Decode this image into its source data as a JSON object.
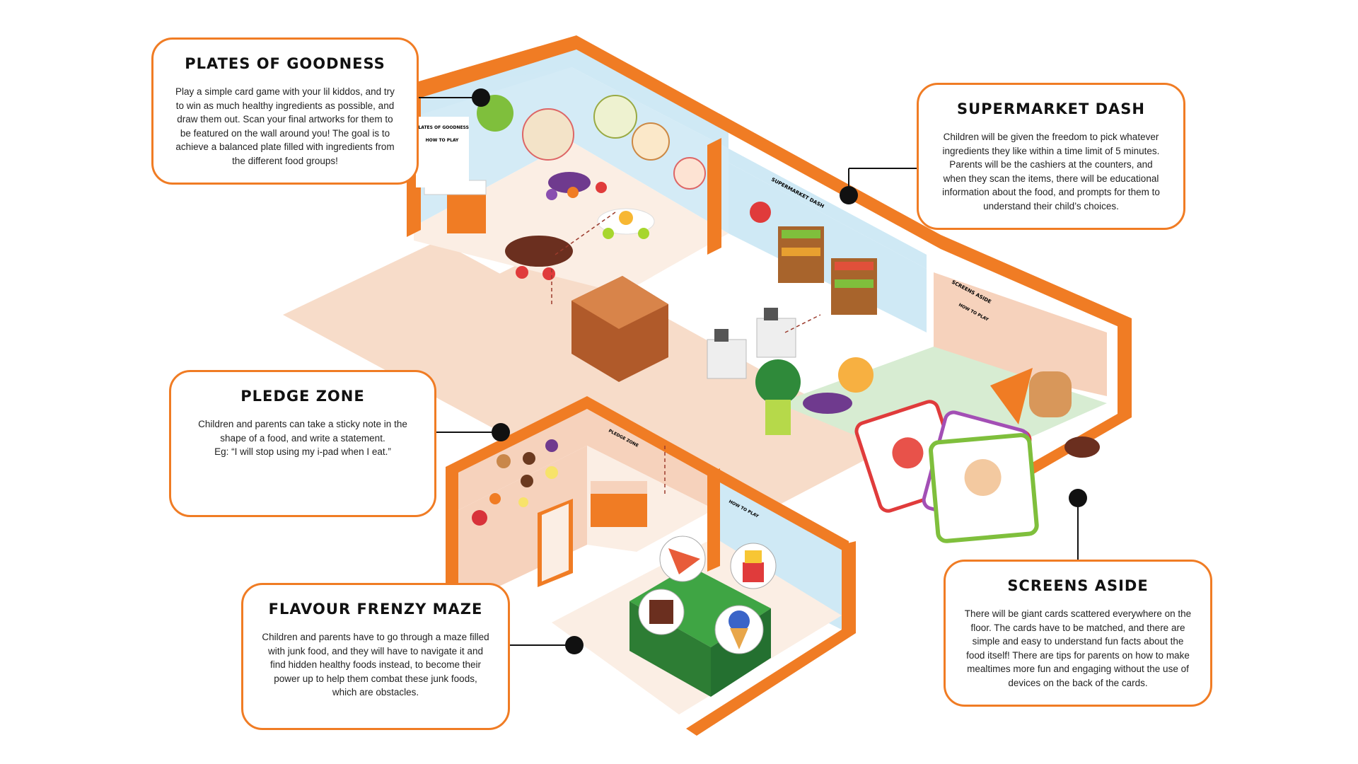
{
  "colors": {
    "accent": "#f07c24",
    "floor": "#f7d9c4",
    "wall_sky": "#cde8f4",
    "wall_peach": "#f6d2bc",
    "mat_green": "#d6ebd0",
    "connector": "#111111"
  },
  "callouts": {
    "plates": {
      "title": "PLATES OF GOODNESS",
      "body": "Play a simple card game with your lil kiddos, and try to win as much healthy ingredients as possible, and draw them out. Scan your final artworks for them to be featured on the wall around you! The goal is to achieve a balanced plate filled with ingredients from the different food groups!"
    },
    "supermarket": {
      "title": "SUPERMARKET DASH",
      "body": "Children will be given the freedom to pick whatever ingredients they like within a time limit of 5 minutes. Parents will be the cashiers at the counters, and when they scan the items, there will be educational information about the food, and prompts for them to understand their child’s choices."
    },
    "pledge": {
      "title": "PLEDGE ZONE",
      "body": "Children and parents can take a sticky note in the shape of a food, and write a statement.\nEg: “I will stop using my i-pad when I eat.”"
    },
    "maze": {
      "title": "FLAVOUR FRENZY MAZE",
      "body": "Children and parents have to go through a maze filled with junk food, and  they will have to navigate it and find hidden healthy foods instead, to become their power up to help them combat these junk foods, which are obstacles."
    },
    "screens": {
      "title": "SCREENS ASIDE",
      "body": "There will be giant cards scattered everywhere on the floor. The cards have to be matched, and there are simple and easy to understand fun facts about the food itself! There are tips for parents on how to make mealtimes more fun and engaging without the use of devices on the back of the cards."
    }
  },
  "wall_signs": {
    "plates": "PLATES OF GOODNESS",
    "plates_sub": "HOW TO PLAY",
    "supermarket": "SUPERMARKET DASH",
    "screens": "SCREENS ASIDE",
    "screens_sub": "HOW TO PLAY",
    "pledge": "PLEDGE ZONE",
    "maze": "HOW TO PLAY"
  }
}
